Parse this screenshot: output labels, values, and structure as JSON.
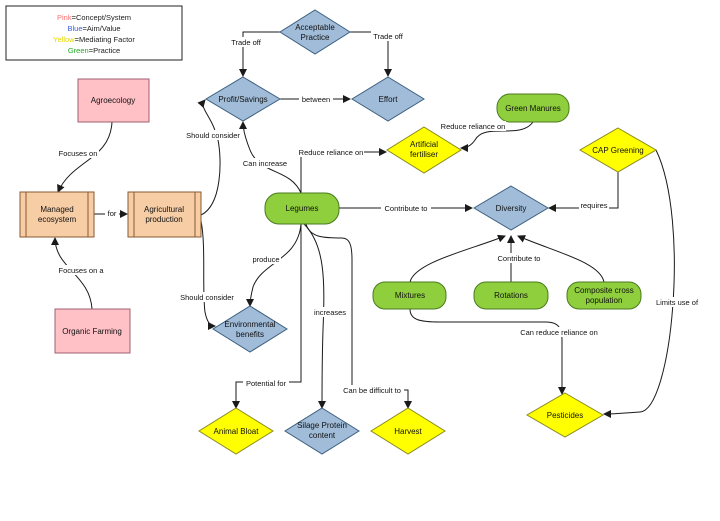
{
  "legend": {
    "entries": [
      {
        "key": "Pink",
        "value": "=Concept/System",
        "color": "#ff6b6b"
      },
      {
        "key": "Blue",
        "value": "=Aim/Value",
        "color": "#3a5fd9"
      },
      {
        "key": "Yellow",
        "value": "=Mediating Factor",
        "color": "#e6d800"
      },
      {
        "key": "Green",
        "value": "=Practice",
        "color": "#22a822"
      }
    ]
  },
  "colors": {
    "pink_fill": "#ffc0c6",
    "orange_fill": "#f7cda6",
    "blue_fill": "#a0bcd8",
    "yellow_fill": "#ffff00",
    "green_fill": "#8fce3c"
  },
  "nodes": {
    "acceptable_practice": [
      "Acceptable",
      "Practice"
    ],
    "profit_savings": [
      "Profit/Savings"
    ],
    "effort": [
      "Effort"
    ],
    "agroecology": [
      "Agroecology"
    ],
    "managed_ecosystem": [
      "Managed",
      "ecosystem"
    ],
    "agricultural_production": [
      "Agricultural",
      "production"
    ],
    "organic_farming": [
      "Organic Farming"
    ],
    "green_manures": [
      "Green Manures"
    ],
    "artificial_fertiliser": [
      "Artificial",
      "fertiliser"
    ],
    "legumes": [
      "Legumes"
    ],
    "diversity": [
      "Diversity"
    ],
    "cap_greening": [
      "CAP Greening"
    ],
    "mixtures": [
      "Mixtures"
    ],
    "rotations": [
      "Rotations"
    ],
    "composite_cross": [
      "Composite cross",
      "population"
    ],
    "environmental_benefits": [
      "Environmental",
      "benefits"
    ],
    "pesticides": [
      "Pesticides"
    ],
    "animal_bloat": [
      "Animal Bloat"
    ],
    "silage_protein": [
      "Silage Protein",
      "content"
    ],
    "harvest": [
      "Harvest"
    ]
  },
  "edge_labels": {
    "trade_off_left": "Trade off",
    "trade_off_right": "Trade off",
    "between": "between",
    "should_consider_top": "Should consider",
    "focuses_on": "Focuses on",
    "for": "for",
    "focuses_on_a": "Focuses on a",
    "can_increase": "Can increase",
    "reduce_reliance_legumes": "Reduce reliance on",
    "reduce_reliance_gm": "Reduce reliance on",
    "contribute_to": "Contribute to",
    "requires": "requires",
    "contribute_to_2": "Contribute to",
    "limits_use_of": "Limits use of",
    "produce": "produce",
    "should_consider_bottom": "Should consider",
    "increases": "increases",
    "potential_for": "Potential for",
    "can_be_difficult_to": "Can be difficult to",
    "can_reduce_reliance_on": "Can reduce reliance on"
  }
}
